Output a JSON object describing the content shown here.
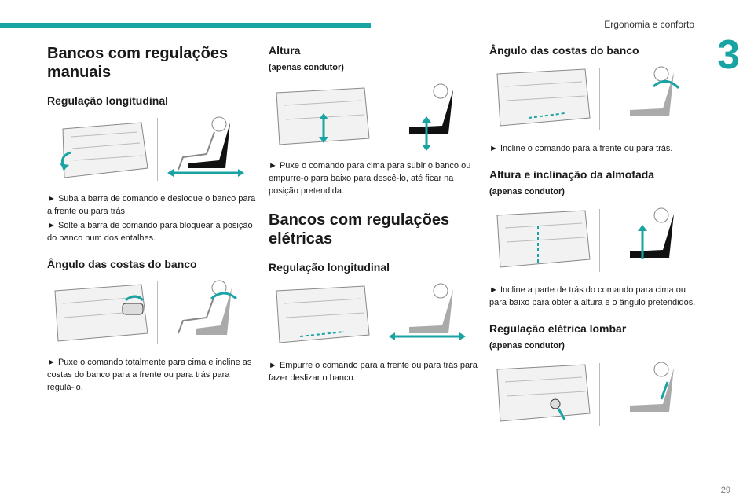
{
  "header": {
    "section_title": "Ergonomia e conforto",
    "chapter_number": "3"
  },
  "col1": {
    "title": "Bancos com regulações manuais",
    "s1_heading": "Regulação longitudinal",
    "s1_p1": "► Suba a barra de comando e desloque o banco para a frente ou para trás.",
    "s1_p2": "► Solte a barra de comando para bloquear a posição do banco num dos entalhes.",
    "s2_heading": "Ângulo das costas do banco",
    "s2_p1": "► Puxe o comando totalmente para cima e incline as costas do banco para a frente ou para trás para regulá-lo."
  },
  "col2": {
    "s1_heading": "Altura",
    "s1_note": "(apenas condutor)",
    "s1_p1": "► Puxe o comando para cima para subir o banco ou empurre-o para baixo para descê-lo, até ficar na posição pretendida.",
    "title2": "Bancos com regulações elétricas",
    "s2_heading": "Regulação longitudinal",
    "s2_p1": "► Empurre o comando para a frente ou para trás para fazer deslizar o banco."
  },
  "col3": {
    "s1_heading": "Ângulo das costas do banco",
    "s1_p1": "► Incline o comando para a frente ou para trás.",
    "s2_heading": "Altura e inclinação da almofada",
    "s2_note": "(apenas condutor)",
    "s2_p1": "► Incline a parte de trás do comando para cima ou para baixo para obter a altura e o ângulo pretendidos.",
    "s3_heading": "Regulação elétrica lombar",
    "s3_note": "(apenas condutor)"
  },
  "footer": {
    "page_number": "29"
  },
  "colors": {
    "accent": "#1aa3a3"
  }
}
